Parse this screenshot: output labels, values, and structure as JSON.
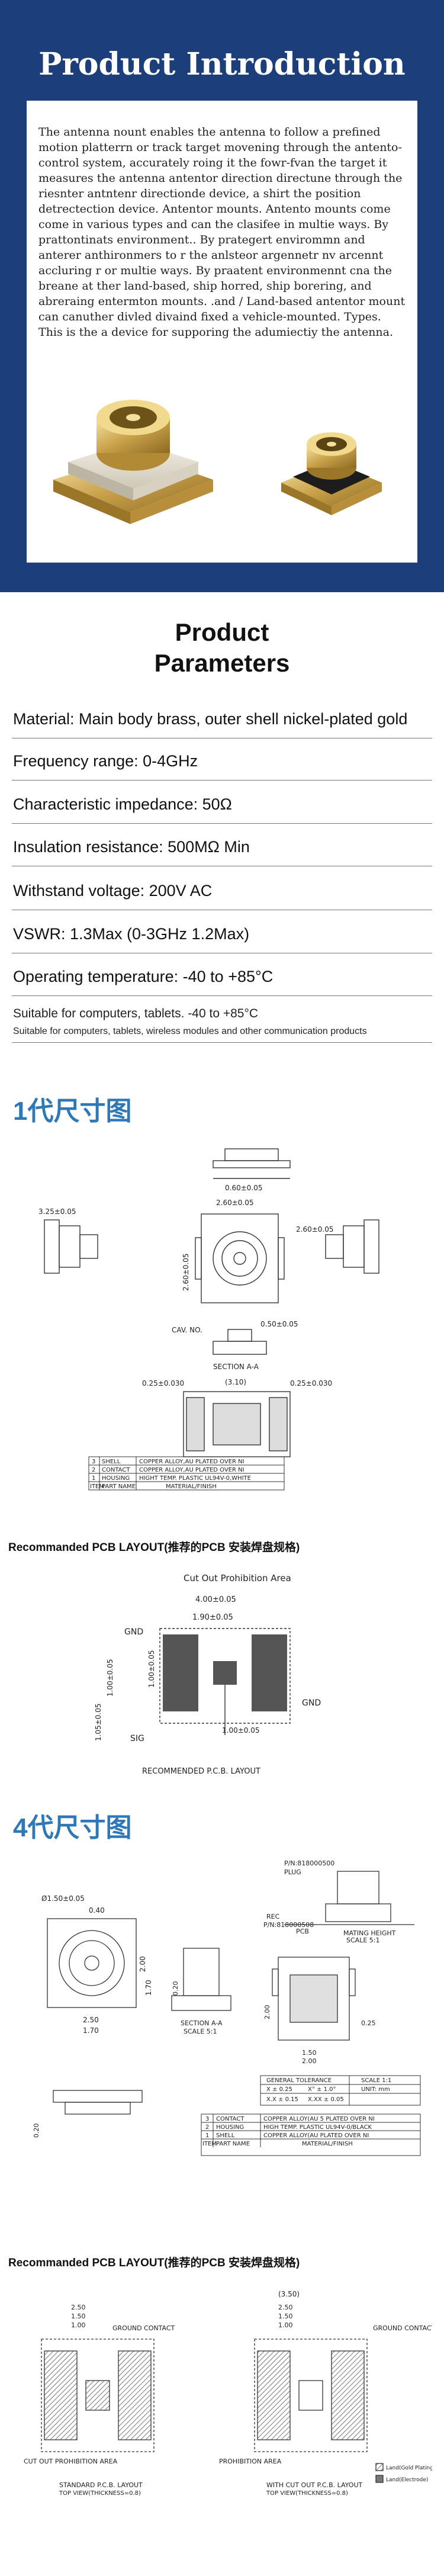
{
  "intro": {
    "title": "Product Introduction",
    "text": "The antenna nount enables the antenna to follow a prefined motion platterrn or track target movening through the antento-control system, accurately roing it the fowr-fvan the target it measures the antenna antentor direction directune through the riesnter antntenr directionde device, a shirt the position detrectection device. Antentor mounts. Antento mounts come come in various types and can the clasifee in multie ways. By prattontinats environment.. By prategert envirommn and anterer anthironmers to r the anlsteor argennetr nv arcennt accluring r or multie ways. By praatent environmennt cna the breane at ther land-based, ship horred, ship borering, and abreraing entermton mounts. .and / Land-based antentor mount can canuther divled divaind fixed a vehicle-mounted. Types. This is the a device for supporing the adumiectiy the antenna."
  },
  "params": {
    "title_line1": "Product",
    "title_line2": "Parameters",
    "rows": [
      "Material: Main body brass, outer shell nickel-plated gold",
      "Frequency range: 0-4GHz",
      "Characteristic impedance: 50Ω",
      "Insulation resistance: 500MΩ Min",
      "Withstand voltage: 200V AC",
      "VSWR: 1.3Max (0-3GHz 1.2Max)",
      "Operating temperature: -40 to +85°C"
    ],
    "note1": "Suitable for computers, tablets. -40 to +85°C",
    "note2": "Suitable for computers, tablets, wireless modules and other communication products"
  },
  "gen1": {
    "title": "1代尺寸图",
    "dims": {
      "d1": "3.25±0.05",
      "d2": "2.60±0.05",
      "d3": "2.60±0.05",
      "d4": "0.60±0.05",
      "d5": "2.60±0.05",
      "d6": "0.50±0.05",
      "d7": "0.25±0.030",
      "d8": "(3.10)",
      "d9": "0.25±0.030",
      "cav": "CAV. NO.",
      "section": "SECTION A-A",
      "r1": "3",
      "r2": "2",
      "r3": "1",
      "part1": "SHELL",
      "part2": "CONTACT",
      "part3": "HOUSING",
      "mat1": "COPPER ALLOY,AU PLATED OVER NI",
      "mat2": "COPPER ALLOY,AU PLATED OVER NI",
      "mat3": "HIGHT TEMP. PLASTIC UL94V-0,WHITE",
      "h1": "ITEM",
      "h2": "PART NAME",
      "h3": "MATERIAL/FINISH"
    },
    "pcb_title": "Recommanded PCB LAYOUT(推荐的PCB 安装焊盘规格)",
    "pcb": {
      "cut": "Cut Out Prohibition Area",
      "d1": "4.00±0.05",
      "d2": "1.90±0.05",
      "d3": "1.00±0.05",
      "d4": "1.00±0.05",
      "d5": "1.00±0.05",
      "d6": "1.05±0.05",
      "gnd1": "GND",
      "gnd2": "GND",
      "sig": "SIG",
      "footer": "RECOMMENDED P.C.B. LAYOUT"
    }
  },
  "gen4": {
    "title": "4代尺寸图",
    "dims": {
      "pn1": "P/N:818000500",
      "plug": "PLUG",
      "rec": "REC",
      "pn2": "P/N:818000508",
      "pcb": "PCB",
      "mating": "MATING HEIGHT",
      "scale": "SCALE 5:1",
      "d1": "Ø1.50±0.05",
      "d2": "0.40",
      "d3": "2.00",
      "d4": "1.70",
      "d5": "2.50",
      "d6": "1.70",
      "d7": "0.20",
      "d8": "2.00",
      "d9": "1.50",
      "d10": "0.25",
      "section": "SECTION A-A",
      "scale2": "SCALE 5:1",
      "gt": "GENERAL TOLERANCE",
      "sc": "SCALE 1:1",
      "t1": "X ± 0.25",
      "t2": "X° ± 1.0°",
      "t3": "UNIT: mm",
      "t4": "X.X ± 0.15",
      "t5": "X.XX ± 0.05",
      "r1": "3",
      "r2": "2",
      "r3": "1",
      "part1": "CONTACT",
      "part2": "HOUSING",
      "part3": "SHELL",
      "mat1": "COPPER ALLOY(AU 5 PLATED OVER NI",
      "mat2": "HIGH TEMP. PLASTIC UL94V-0/BLACK",
      "mat3": "COPPER ALLOY(AU PLATED OVER NI",
      "h1": "ITEM",
      "h2": "PART NAME",
      "h3": "MATERIAL/FINISH"
    },
    "pcb_title": "Recommanded PCB LAYOUT(推荐的PCB 安装焊盘规格)",
    "pcb": {
      "top": "(3.50)",
      "d1": "2.50",
      "d2": "1.50",
      "d3": "1.00",
      "d4": "2.50",
      "d5": "1.50",
      "d6": "1.00",
      "gc1": "GROUND CONTACT",
      "gc2": "GROUND CONTACT",
      "cut1": "CUT OUT PROHIBITION AREA",
      "cut2": "PROHIBITION AREA",
      "std": "STANDARD P.C.B. LAYOUT",
      "stdsub": "TOP VIEW(THICKNESS=0.8)",
      "with": "WITH CUT OUT P.C.B. LAYOUT",
      "withsub": "TOP VIEW(THICKNESS=0.8)",
      "leg1": "Land(Gold Plating)",
      "leg2": "Land(Electrode)"
    }
  }
}
